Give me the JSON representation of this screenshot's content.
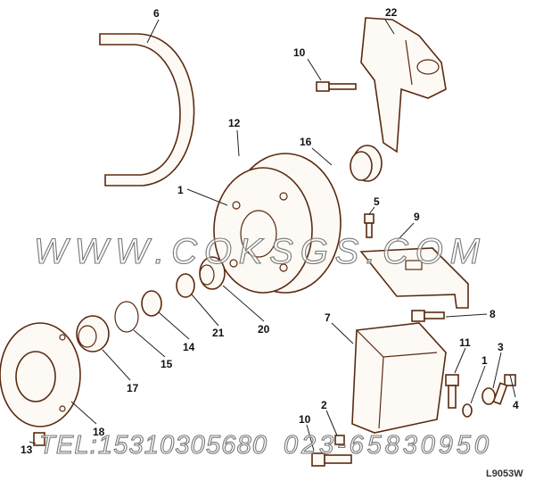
{
  "callouts": [
    "6",
    "22",
    "10",
    "12",
    "16",
    "1",
    "5",
    "9",
    "20",
    "21",
    "14",
    "15",
    "17",
    "18",
    "13",
    "8",
    "7",
    "11",
    "3",
    "1",
    "2",
    "10",
    "4"
  ],
  "watermark": {
    "site": "WWW.COKSGS.COM",
    "tel": "TEL:15310305680",
    "phone": "023-65830950"
  },
  "figure_code": "L9053W",
  "colors": {
    "line": "#5a2a10",
    "label": "#111111"
  }
}
